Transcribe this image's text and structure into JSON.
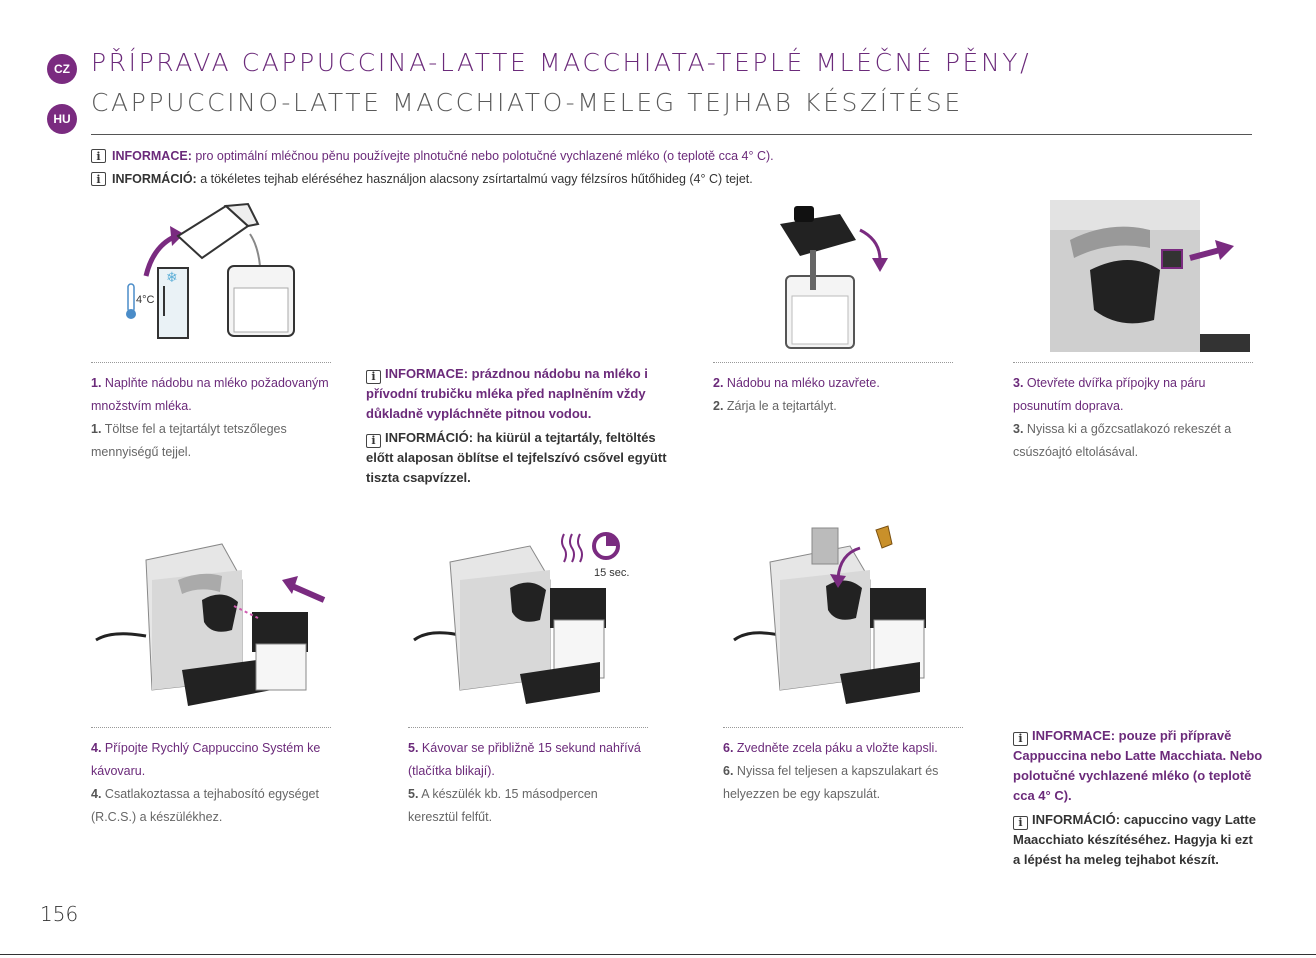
{
  "lang_badges": {
    "cz": "CZ",
    "hu": "HU"
  },
  "title": {
    "line1": "PŘÍPRAVA CAPPUCCINA-LATTE MACCHIATA-TEPLÉ MLÉČNÉ PĚNY/",
    "line2": "CAPPUCCINO-LATTE MACCHIATO-MELEG TEJHAB KÉSZÍTÉSE"
  },
  "info_header": {
    "cz_label": "INFORMACE:",
    "cz_text": "pro optimální mléčnou pěnu používejte plnotučné nebo polotučné vychlazené mléko (o teplotě cca 4° C).",
    "hu_label": "INFORMÁCIÓ:",
    "hu_text": "a tökéletes tejhab eléréséhez használjon alacsony zsírtartalmú vagy félzsíros hűtőhideg (4° C) tejet."
  },
  "icon_glyph": "i",
  "illustration_labels": {
    "temp": "4°C",
    "timer": "15 sec."
  },
  "steps": [
    {
      "num": "1.",
      "cz": "Naplňte nádobu na mléko požadovaným množstvím mléka.",
      "hu": "Töltse fel a tejtartályt tetszőleges mennyiségű tejjel."
    },
    {
      "num": "2.",
      "cz": "Nádobu na mléko uzavřete.",
      "hu": "Zárja le a tejtartályt."
    },
    {
      "num": "3.",
      "cz": "Otevřete dvířka přípojky na páru posunutím doprava.",
      "hu": "Nyissa ki a gőzcsatlakozó rekeszét a csúszóajtó eltolásával."
    },
    {
      "num": "4.",
      "cz": "Přípojte Rychlý Cappuccino Systém ke kávovaru.",
      "hu": "Csatlakoztassa a tejhabosító egységet (R.C.S.) a készülékhez."
    },
    {
      "num": "5.",
      "cz": "Kávovar se přibližně 15 sekund nahřívá (tlačítka blikají).",
      "hu": "A készülék kb. 15 másodpercen keresztül felfűt."
    },
    {
      "num": "6.",
      "cz": "Zvedněte zcela páku a vložte kapsli.",
      "hu": "Nyissa fel teljesen a kapszulakart és helyezzen be egy kapszulát."
    }
  ],
  "info_rinse": {
    "cz_label": "INFORMACE:",
    "cz_text": "prázdnou nádobu na mléko i přívodní trubičku mléka před naplněním vždy důkladně vypláchněte pitnou vodou.",
    "hu_label": "INFORMÁCIÓ:",
    "hu_text": "ha kiürül a tejtartály, feltöltés előtt alaposan öblítse el tejfelszívó csővel együtt tiszta csapvízzel."
  },
  "info_cappuccino": {
    "cz_label": "INFORMACE:",
    "cz_text": "pouze při přípravě Cappuccina nebo Latte Macchiata. Nebo polotučné vychlazené mléko (o teplotě cca 4° C).",
    "hu_label": "INFORMÁCIÓ:",
    "hu_text": "capuccino vagy Latte Maacchiato készítéséhez. Hagyja ki ezt a lépést ha meleg tejhabot készít."
  },
  "page_number": "156"
}
